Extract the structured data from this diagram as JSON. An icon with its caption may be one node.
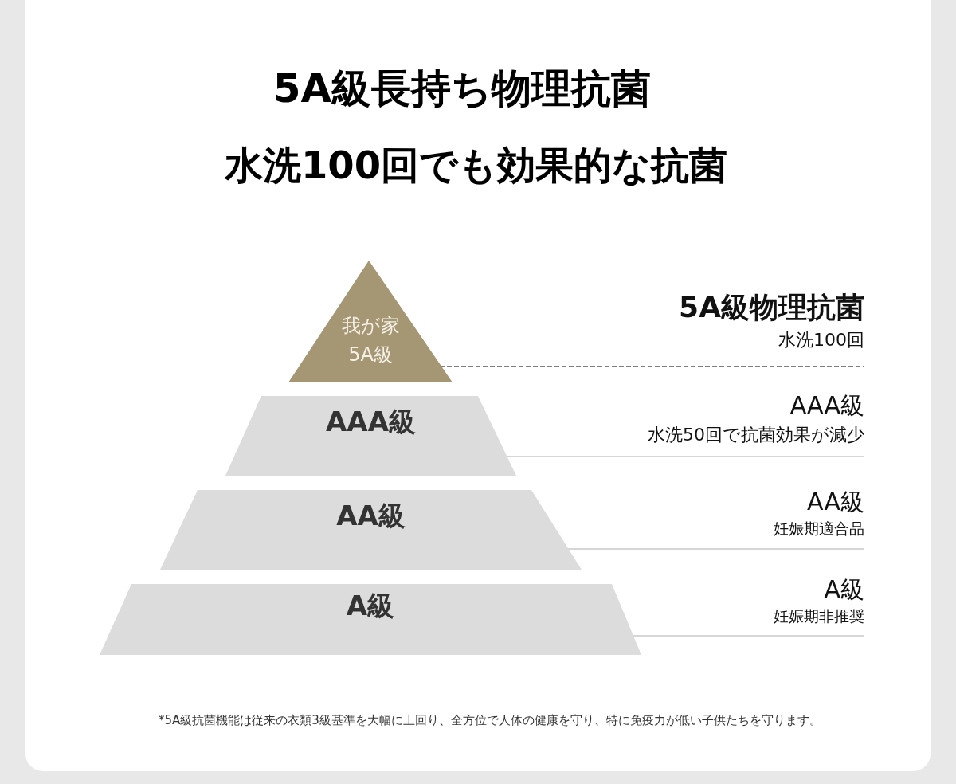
{
  "diagram": {
    "title": "5A級長持ち物理抗菌",
    "caption": "*5A級抗菌機能は従来の衣類3級基準を大幅に上回り、全方位で人体の健康を守り、特に免疫力が低い子供たちを守ります。",
    "labels": [
      "水洗100回でも効果的な抗菌"
    ],
    "nodes": [
      {
        "text": [
          "我が家",
          "5A級"
        ]
      },
      {
        "text": [
          "AAA級"
        ]
      },
      {
        "text": [
          "AA級"
        ]
      },
      {
        "text": [
          "A級"
        ]
      },
      {
        "text": [
          "5A級物理抗菌",
          "水洗100回"
        ]
      },
      {
        "text": [
          "AAA級",
          "水洗50回で抗菌効果が減少"
        ]
      },
      {
        "text": [
          "AA級",
          "妊娠期適合品"
        ]
      },
      {
        "text": [
          "A級",
          "妊娠期非推奨"
        ]
      }
    ],
    "edges": [
      {
        "from": 0,
        "to": 4,
        "arrow": "none",
        "style": "dashed",
        "color": "#555555"
      },
      {
        "from": 1,
        "to": 5,
        "arrow": "none"
      },
      {
        "from": 2,
        "to": 6,
        "arrow": "none"
      },
      {
        "from": 3,
        "to": 7,
        "arrow": "none"
      }
    ]
  }
}
